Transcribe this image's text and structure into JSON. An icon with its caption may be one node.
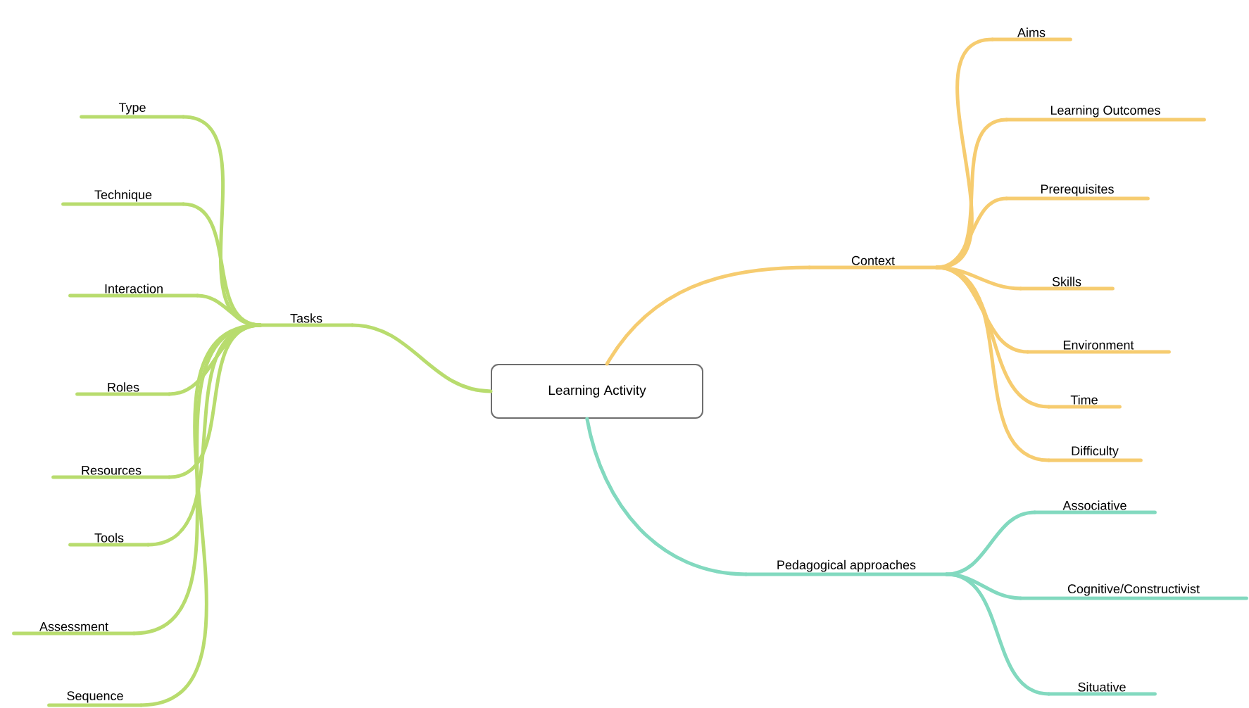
{
  "diagram": {
    "nodes": [
      {
        "text": [
          "Learning Activity"
        ]
      },
      {
        "text": [
          "Tasks"
        ]
      },
      {
        "text": [
          "Context"
        ]
      },
      {
        "text": [
          "Pedagogical approaches"
        ]
      },
      {
        "text": [
          "Type"
        ]
      },
      {
        "text": [
          "Technique"
        ]
      },
      {
        "text": [
          "Interaction"
        ]
      },
      {
        "text": [
          "Roles"
        ]
      },
      {
        "text": [
          "Resources"
        ]
      },
      {
        "text": [
          "Tools"
        ]
      },
      {
        "text": [
          "Assessment"
        ]
      },
      {
        "text": [
          "Sequence"
        ]
      },
      {
        "text": [
          "Aims"
        ]
      },
      {
        "text": [
          "Learning Outcomes"
        ]
      },
      {
        "text": [
          "Prerequisites"
        ]
      },
      {
        "text": [
          "Skills"
        ]
      },
      {
        "text": [
          "Environment"
        ]
      },
      {
        "text": [
          "Time"
        ]
      },
      {
        "text": [
          "Difficulty"
        ]
      },
      {
        "text": [
          "Associative"
        ]
      },
      {
        "text": [
          "Cognitive/Constructivist"
        ]
      },
      {
        "text": [
          "Situative"
        ]
      }
    ],
    "edges": [
      {
        "from": 0,
        "to": 1,
        "arrow": "none",
        "color": "#b8dc6e"
      },
      {
        "from": 0,
        "to": 2,
        "arrow": "none",
        "color": "#f6cc70"
      },
      {
        "from": 0,
        "to": 3,
        "arrow": "none",
        "color": "#82d9bf"
      },
      {
        "from": 1,
        "to": 4,
        "arrow": "none",
        "color": "#b8dc6e"
      },
      {
        "from": 1,
        "to": 5,
        "arrow": "none",
        "color": "#b8dc6e"
      },
      {
        "from": 1,
        "to": 6,
        "arrow": "none",
        "color": "#b8dc6e"
      },
      {
        "from": 1,
        "to": 7,
        "arrow": "none",
        "color": "#b8dc6e"
      },
      {
        "from": 1,
        "to": 8,
        "arrow": "none",
        "color": "#b8dc6e"
      },
      {
        "from": 1,
        "to": 9,
        "arrow": "none",
        "color": "#b8dc6e"
      },
      {
        "from": 1,
        "to": 10,
        "arrow": "none",
        "color": "#b8dc6e"
      },
      {
        "from": 1,
        "to": 11,
        "arrow": "none",
        "color": "#b8dc6e"
      },
      {
        "from": 2,
        "to": 12,
        "arrow": "none",
        "color": "#f6cc70"
      },
      {
        "from": 2,
        "to": 13,
        "arrow": "none",
        "color": "#f6cc70"
      },
      {
        "from": 2,
        "to": 14,
        "arrow": "none",
        "color": "#f6cc70"
      },
      {
        "from": 2,
        "to": 15,
        "arrow": "none",
        "color": "#f6cc70"
      },
      {
        "from": 2,
        "to": 16,
        "arrow": "none",
        "color": "#f6cc70"
      },
      {
        "from": 2,
        "to": 17,
        "arrow": "none",
        "color": "#f6cc70"
      },
      {
        "from": 2,
        "to": 18,
        "arrow": "none",
        "color": "#f6cc70"
      },
      {
        "from": 3,
        "to": 19,
        "arrow": "none",
        "color": "#82d9bf"
      },
      {
        "from": 3,
        "to": 20,
        "arrow": "none",
        "color": "#82d9bf"
      },
      {
        "from": 3,
        "to": 21,
        "arrow": "none",
        "color": "#82d9bf"
      }
    ]
  }
}
